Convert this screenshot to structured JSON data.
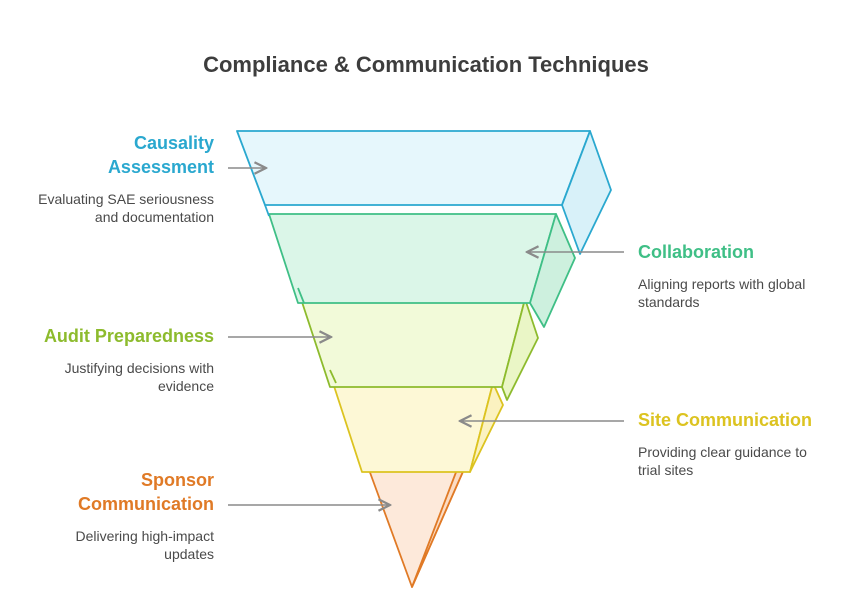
{
  "title": "Compliance & Communication Techniques",
  "colors": {
    "blue": "#2aa8cf",
    "green": "#3fbf86",
    "lime": "#8dbb2d",
    "yellow": "#dcc320",
    "orange": "#e07a26"
  },
  "items": [
    {
      "heading_line1": "Causality",
      "heading_line2": "Assessment",
      "desc_line1": "Evaluating SAE seriousness",
      "desc_line2": "and documentation"
    },
    {
      "heading_line1": "Collaboration",
      "desc_line1": "Aligning reports with global",
      "desc_line2": "standards"
    },
    {
      "heading_line1": "Audit Preparedness",
      "desc_line1": "Justifying decisions with",
      "desc_line2": "evidence"
    },
    {
      "heading_line1": "Site Communication",
      "desc_line1": "Providing clear guidance to",
      "desc_line2": "trial sites"
    },
    {
      "heading_line1": "Sponsor",
      "heading_line2": "Communication",
      "desc_line1": "Delivering high-impact",
      "desc_line2": "updates"
    }
  ]
}
